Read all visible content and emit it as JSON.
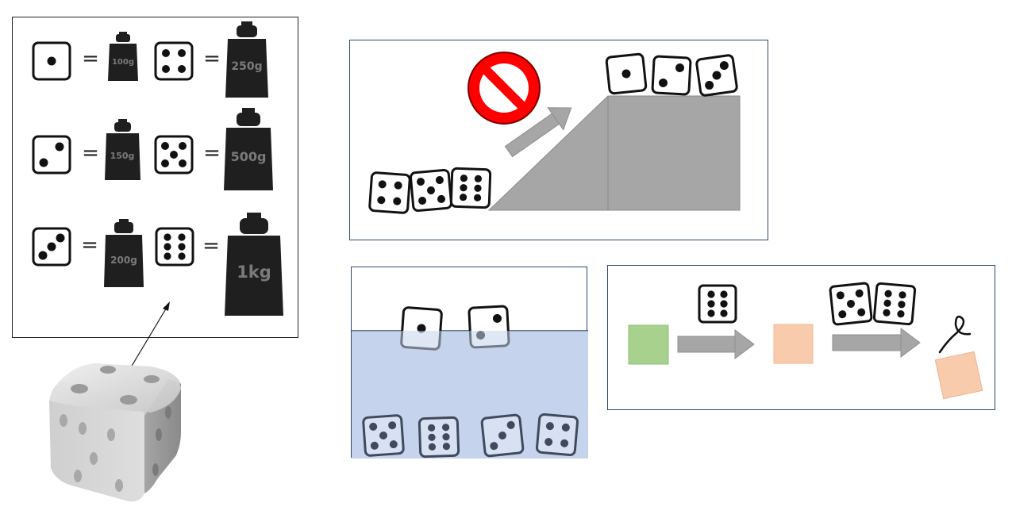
{
  "symbols": {
    "equals": "="
  },
  "weights": [
    {
      "die": 1,
      "label": "100g"
    },
    {
      "die": 4,
      "label": "250g"
    },
    {
      "die": 2,
      "label": "150g"
    },
    {
      "die": 5,
      "label": "500g"
    },
    {
      "die": 3,
      "label": "200g"
    },
    {
      "die": 6,
      "label": "1kg"
    }
  ],
  "ramp_panel": {
    "dice_bottom": [
      4,
      5,
      6
    ],
    "dice_top": [
      1,
      2,
      3
    ],
    "forbidden_icon": "prohibition-icon"
  },
  "water_panel": {
    "floating": [
      1,
      2
    ],
    "sunk": [
      5,
      6,
      3,
      4
    ],
    "water_color": "#c5d4ec"
  },
  "process_panel": {
    "step1_dice": [
      6
    ],
    "step2_dice": [
      5,
      6
    ],
    "start_color": "#a9d18e",
    "mid_color": "#f8cbad"
  },
  "colors": {
    "weight_fill": "#1f1f1f",
    "ramp_fill": "#a6a6a6",
    "stop_red": "#ff0000",
    "arrow_gray": "#a6a6a6"
  }
}
